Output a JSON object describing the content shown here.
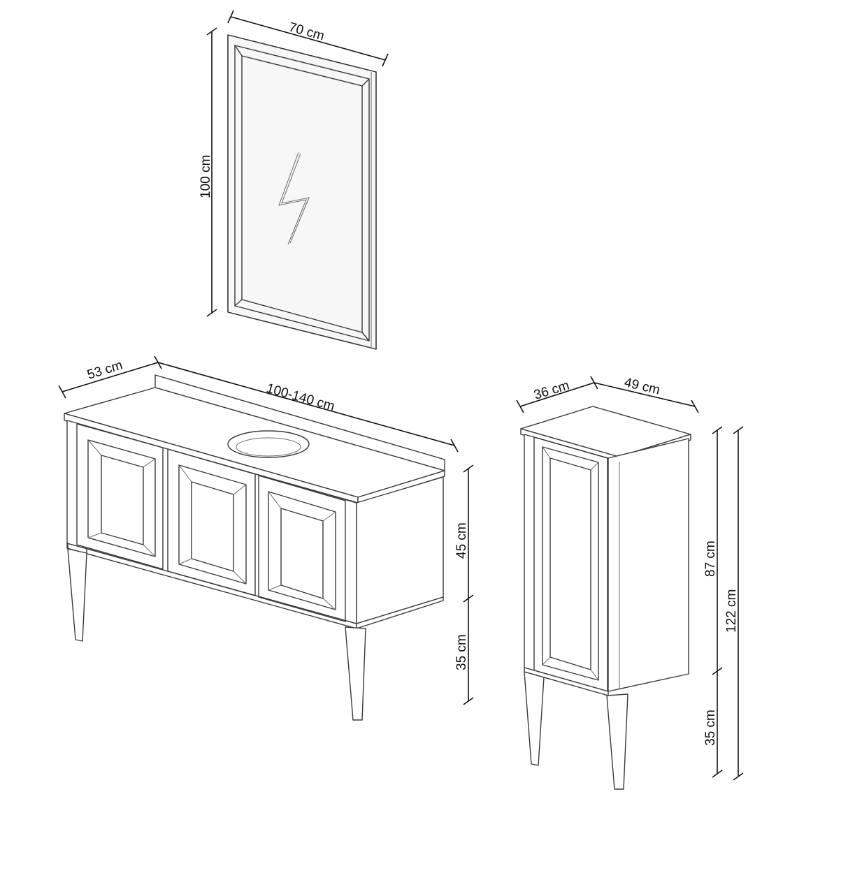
{
  "dimensions": {
    "mirror_width": "70 cm",
    "mirror_height": "100 cm",
    "vanity_depth": "53 cm",
    "vanity_width": "100-140 cm",
    "vanity_body_height": "45 cm",
    "vanity_leg_height": "35 cm",
    "cabinet_depth": "36 cm",
    "cabinet_width": "49 cm",
    "cabinet_body_height": "87 cm",
    "cabinet_total_height": "122 cm",
    "cabinet_leg_height": "35 cm"
  },
  "colors": {
    "line": "#3a3a3a",
    "dimension": "#111111",
    "background": "#ffffff"
  }
}
